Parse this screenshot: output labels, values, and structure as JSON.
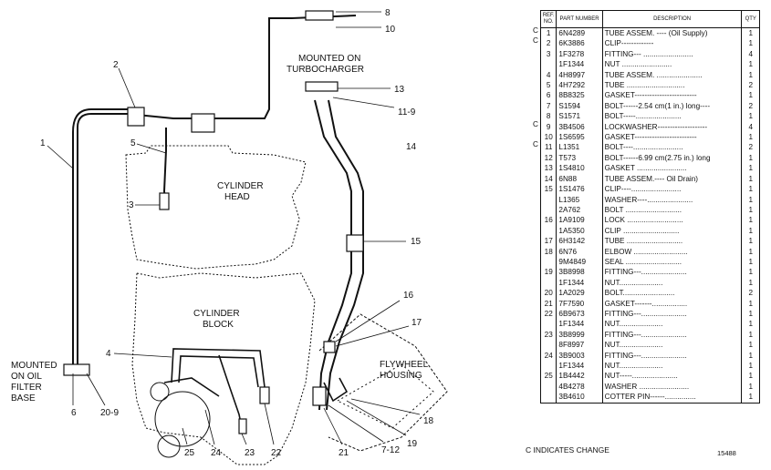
{
  "diagram": {
    "labels": {
      "mounted_turbo": [
        "MOUNTED ON",
        "TURBOCHARGER"
      ],
      "cylinder_head": [
        "CYLINDER",
        "HEAD"
      ],
      "cylinder_block": [
        "CYLINDER",
        "BLOCK"
      ],
      "mounted_filter": [
        "MOUNTED",
        "ON OIL",
        "FILTER",
        "BASE"
      ],
      "flywheel_housing": [
        "FLYWHEEL",
        "HOUSING"
      ]
    },
    "callouts": [
      "8",
      "10",
      "2",
      "13",
      "11-9",
      "1",
      "5",
      "14",
      "3",
      "15",
      "16",
      "17",
      "4",
      "6",
      "20-9",
      "25",
      "24",
      "23",
      "22",
      "21",
      "7-12",
      "19",
      "18"
    ]
  },
  "table": {
    "headers": {
      "ref": "REF. NO.",
      "part": "PART NUMBER",
      "desc": "DESCRIPTION",
      "qty": "QTY"
    },
    "rows": [
      {
        "c": "C",
        "ref": "1",
        "part": "6N4289",
        "desc": "TUBE ASSEM. ---- (Oil Supply)",
        "qty": "1"
      },
      {
        "c": "C",
        "ref": "2",
        "part": "6K3886",
        "desc": "CLIP-------------",
        "qty": "1"
      },
      {
        "c": "",
        "ref": "3",
        "part": "1F3278",
        "desc": "FITTING--- ........................",
        "qty": "4"
      },
      {
        "c": "",
        "ref": "",
        "part": "1F1344",
        "desc": "NUT ........................",
        "qty": "1"
      },
      {
        "c": "",
        "ref": "4",
        "part": "4H8997",
        "desc": "TUBE ASSEM. ......................",
        "qty": "1"
      },
      {
        "c": "",
        "ref": "5",
        "part": "4H7292",
        "desc": "TUBE ............................",
        "qty": "2"
      },
      {
        "c": "",
        "ref": "6",
        "part": "8B8325",
        "desc": "GASKET-------------------------",
        "qty": "1"
      },
      {
        "c": "",
        "ref": "7",
        "part": "S1594",
        "desc": "BOLT------2.54 cm(1 in.) long----",
        "qty": "2"
      },
      {
        "c": "",
        "ref": "8",
        "part": "S1571",
        "desc": "BOLT-----......................",
        "qty": "1"
      },
      {
        "c": "C",
        "ref": "9",
        "part": "3B4506",
        "desc": "LOCKWASHER--------------------",
        "qty": "4"
      },
      {
        "c": "",
        "ref": "10",
        "part": "1S6595",
        "desc": "GASKET-------------------------",
        "qty": "1"
      },
      {
        "c": "C",
        "ref": "11",
        "part": "L1351",
        "desc": "BOLT----........................",
        "qty": "2"
      },
      {
        "c": "",
        "ref": "12",
        "part": "T573",
        "desc": "BOLT------6.99 cm(2.75 in.) long",
        "qty": "1"
      },
      {
        "c": "",
        "ref": "13",
        "part": "1S4810",
        "desc": "GASKET ........................",
        "qty": "1"
      },
      {
        "c": "",
        "ref": "14",
        "part": "6N88",
        "desc": "TUBE ASSEM.---- Oil Drain)",
        "qty": "1"
      },
      {
        "c": "",
        "ref": "15",
        "part": "1S1476",
        "desc": "CLIP----........................",
        "qty": "1"
      },
      {
        "c": "",
        "ref": "",
        "part": "L1365",
        "desc": "WASHER----......................",
        "qty": "1"
      },
      {
        "c": "",
        "ref": "",
        "part": "2A762",
        "desc": "BOLT ...........................",
        "qty": "1"
      },
      {
        "c": "",
        "ref": "16",
        "part": "1A9109",
        "desc": "LOCK ...........................",
        "qty": "1"
      },
      {
        "c": "",
        "ref": "",
        "part": "1A5350",
        "desc": "CLIP ...........................",
        "qty": "1"
      },
      {
        "c": "",
        "ref": "17",
        "part": "6H3142",
        "desc": "TUBE ...........................",
        "qty": "1"
      },
      {
        "c": "",
        "ref": "18",
        "part": "6N76",
        "desc": "ELBOW ..........................",
        "qty": "1"
      },
      {
        "c": "",
        "ref": "",
        "part": "9M4849",
        "desc": "SEAL ...........................",
        "qty": "1"
      },
      {
        "c": "",
        "ref": "19",
        "part": "3B8998",
        "desc": "FITTING---......................",
        "qty": "1"
      },
      {
        "c": "",
        "ref": "",
        "part": "1F1344",
        "desc": "NUT.....................",
        "qty": "1"
      },
      {
        "c": "",
        "ref": "20",
        "part": "1A2029",
        "desc": "BOLT.........................",
        "qty": "2"
      },
      {
        "c": "",
        "ref": "21",
        "part": "7F7590",
        "desc": "GASKET-------.................",
        "qty": "1"
      },
      {
        "c": "",
        "ref": "22",
        "part": "6B9673",
        "desc": "FITTING---......................",
        "qty": "1"
      },
      {
        "c": "",
        "ref": "",
        "part": "1F1344",
        "desc": "NUT.....................",
        "qty": "1"
      },
      {
        "c": "",
        "ref": "23",
        "part": "3B8999",
        "desc": "FITTING---......................",
        "qty": "1"
      },
      {
        "c": "",
        "ref": "",
        "part": "8F8997",
        "desc": "NUT.....................",
        "qty": "1"
      },
      {
        "c": "",
        "ref": "24",
        "part": "3B9003",
        "desc": "FITTING---......................",
        "qty": "1"
      },
      {
        "c": "",
        "ref": "",
        "part": "1F1344",
        "desc": "NUT.....................",
        "qty": "1"
      },
      {
        "c": "",
        "ref": "25",
        "part": "1B4442",
        "desc": "NUT-----......................",
        "qty": "1"
      },
      {
        "c": "",
        "ref": "",
        "part": "4B4278",
        "desc": "WASHER ........................",
        "qty": "1"
      },
      {
        "c": "",
        "ref": "",
        "part": "3B4610",
        "desc": "COTTER PIN------...............",
        "qty": "1"
      }
    ],
    "footer": "C INDICATES CHANGE",
    "code": "15488"
  }
}
